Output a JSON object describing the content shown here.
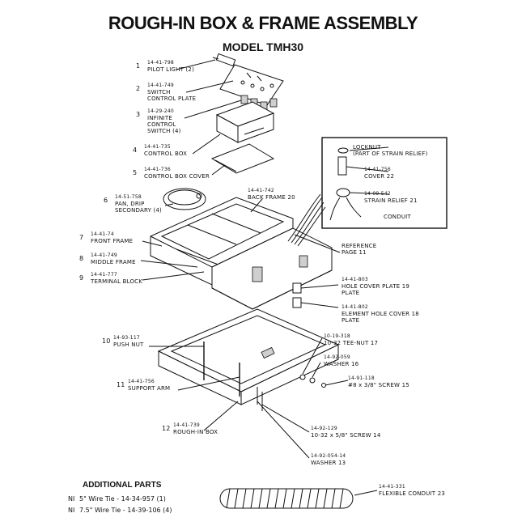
{
  "title": "ROUGH-IN BOX & FRAME ASSEMBLY",
  "subtitle": "MODEL TMH30",
  "parts": [
    {
      "num": "1",
      "pn": "14-41-798",
      "name": "PILOT LIGHT (2)"
    },
    {
      "num": "2",
      "pn": "14-41-749",
      "name": "SWITCH CONTROL PLATE"
    },
    {
      "num": "3",
      "pn": "14-29-240",
      "name": "INFINITE CONTROL SWITCH (4)"
    },
    {
      "num": "4",
      "pn": "14-41-735",
      "name": "CONTROL BOX"
    },
    {
      "num": "5",
      "pn": "14-41-736",
      "name": "CONTROL BOX COVER"
    },
    {
      "num": "6",
      "pn": "14-51-758",
      "name": "PAN, DRIP SECONDARY (4)"
    },
    {
      "num": "7",
      "pn": "14-41-74",
      "name": "FRONT FRAME"
    },
    {
      "num": "8",
      "pn": "14-41-749",
      "name": "MIDDLE FRAME"
    },
    {
      "num": "9",
      "pn": "14-41-777",
      "name": "TERMINAL BLOCK"
    },
    {
      "num": "10",
      "pn": "14-93-117",
      "name": "PUSH NUT"
    },
    {
      "num": "11",
      "pn": "14-41-756",
      "name": "SUPPORT ARM"
    },
    {
      "num": "12",
      "pn": "14-41-739",
      "name": "ROUGH-IN BOX"
    }
  ],
  "right_parts": {
    "locknut": {
      "name": "LOCKNUT",
      "note": "(PART OF STRAIN RELIEF)"
    },
    "cover": {
      "pn": "14-41-756",
      "name": "COVER",
      "num": "22"
    },
    "strain": {
      "pn": "14-09-542",
      "name": "STRAIN RELIEF",
      "num": "21"
    },
    "conduit": "CONDUIT",
    "back_frame": {
      "pn": "14-41-742",
      "name": "BACK FRAME",
      "num": "20"
    },
    "reference": {
      "line1": "REFERENCE",
      "line2": "PAGE 11"
    },
    "hole_cover": {
      "pn": "14-41-803",
      "name": "HOLE COVER PLATE",
      "num": "19",
      "line2": "PLATE"
    },
    "element_hole": {
      "pn": "14-41-802",
      "name": "ELEMENT HOLE COVER",
      "num": "18",
      "line2": "PLATE"
    },
    "tee_nut": {
      "pn": "10-19-318",
      "name": "10-32 TEE-NUT",
      "num": "17"
    },
    "washer16": {
      "pn": "14-92-059",
      "name": "WASHER",
      "num": "16"
    },
    "screw15": {
      "pn": "14-91-118",
      "name": "#8 x 3/8\" SCREW",
      "num": "15"
    },
    "screw14": {
      "pn": "14-92-129",
      "name": "10-32 x 5/8\" SCREW",
      "num": "14"
    },
    "washer13": {
      "pn": "14-92-054-14",
      "name": "WASHER",
      "num": "13"
    },
    "flex": {
      "pn": "14-41-331",
      "name": "FLEXIBLE CONDUIT",
      "num": "23"
    }
  },
  "additional": {
    "title": "ADDITIONAL PARTS",
    "rows": [
      {
        "tag": "NI",
        "text": "5\" Wire Tie - 14-34-957 (1)"
      },
      {
        "tag": "NI",
        "text": "7.5\" Wire Tie - 14-39-106 (4)"
      }
    ]
  }
}
